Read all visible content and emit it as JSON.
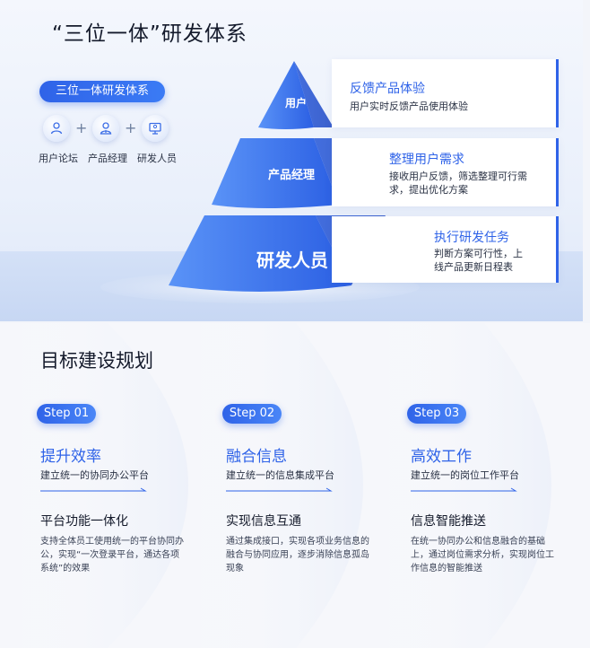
{
  "top": {
    "title": "“三位一体”研发体系",
    "badge": "三位一体研发体系",
    "roles": [
      {
        "label": "用户论坛",
        "icon": "user-icon"
      },
      {
        "label": "产品经理",
        "icon": "manager-icon"
      },
      {
        "label": "研发人员",
        "icon": "developer-icon"
      }
    ],
    "plus": "+",
    "pyramid": [
      {
        "label": "用户"
      },
      {
        "label": "产品经理"
      },
      {
        "label": "研发人员"
      }
    ],
    "cards": [
      {
        "title": "反馈产品体验",
        "desc": "用户实时反馈产品使用体验"
      },
      {
        "title": "整理用户需求",
        "desc": "接收用户反馈，筛选整理可行需求，提出优化方案"
      },
      {
        "title": "执行研发任务",
        "desc": "判断方案可行性，上线产品更新日程表"
      }
    ]
  },
  "bottom": {
    "title": "目标建设规划",
    "steps": [
      {
        "step": "Step 01",
        "title": "提升效率",
        "sub": "建立统一的协同办公平台",
        "heading": "平台功能一体化",
        "desc": "支持全体员工使用统一的平台协同办公，实现“一次登录平台，通达各项系统”的效果"
      },
      {
        "step": "Step 02",
        "title": "融合信息",
        "sub": "建立统一的信息集成平台",
        "heading": "实现信息互通",
        "desc": "通过集成接口，实现各项业务信息的融合与协同应用，逐步消除信息孤岛现象"
      },
      {
        "step": "Step 03",
        "title": "高效工作",
        "sub": "建立统一的岗位工作平台",
        "heading": "信息智能推送",
        "desc": "在统一协同办公和信息融合的基础上，通过岗位需求分析，实现岗位工作信息的智能推送"
      }
    ]
  },
  "colors": {
    "accent": "#2f63e8",
    "accent_light": "#4a86f7",
    "text": "#141a2b"
  }
}
